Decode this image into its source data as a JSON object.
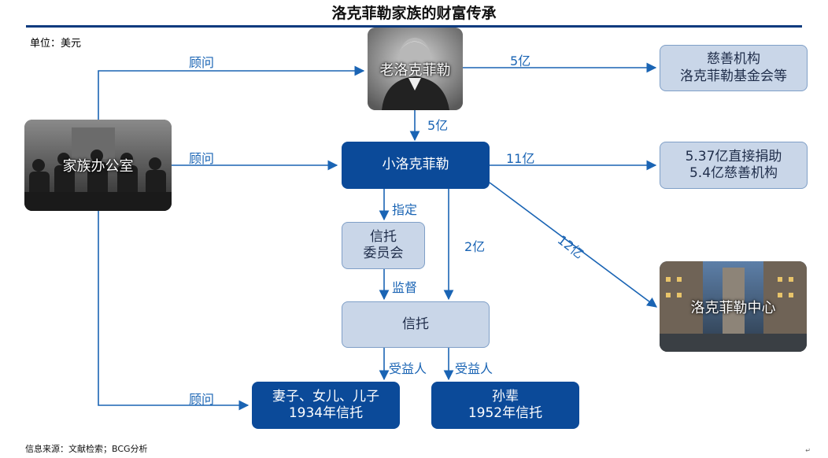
{
  "title": "洛克菲勒家族的财富传承",
  "unit": "单位：美元",
  "source": "信息来源：文献检索；BCG分析",
  "corner_mark": "↵",
  "nodes": {
    "family_office": "家族办公室",
    "senior": "老洛克菲勒",
    "junior": "小洛克菲勒",
    "charity_1": [
      "慈善机构",
      "洛克菲勒基金会等"
    ],
    "charity_2": [
      "5.37亿直接捐助",
      "5.4亿慈善机构"
    ],
    "trust_committee": [
      "信托",
      "委员会"
    ],
    "trust": "信托",
    "center": "洛克菲勒中心",
    "wife_children": [
      "妻子、女儿、儿子",
      "1934年信托"
    ],
    "grandchildren": [
      "孙辈",
      "1952年信托"
    ]
  },
  "edges": {
    "advise_1": "顾问",
    "advise_2": "顾问",
    "advise_3": "顾问",
    "senior_to_charity": "5亿",
    "senior_to_junior": "5亿",
    "junior_to_charity": "11亿",
    "junior_to_center": "12亿",
    "designate": "指定",
    "junior_to_trust": "2亿",
    "supervise": "监督",
    "beneficiary_1": "受益人",
    "beneficiary_2": "受益人"
  },
  "colors": {
    "dark_box": "#0b4a99",
    "light_box": "#c9d6e8",
    "connector": "#1a64b4",
    "title_rule": "#0b3a7e"
  }
}
